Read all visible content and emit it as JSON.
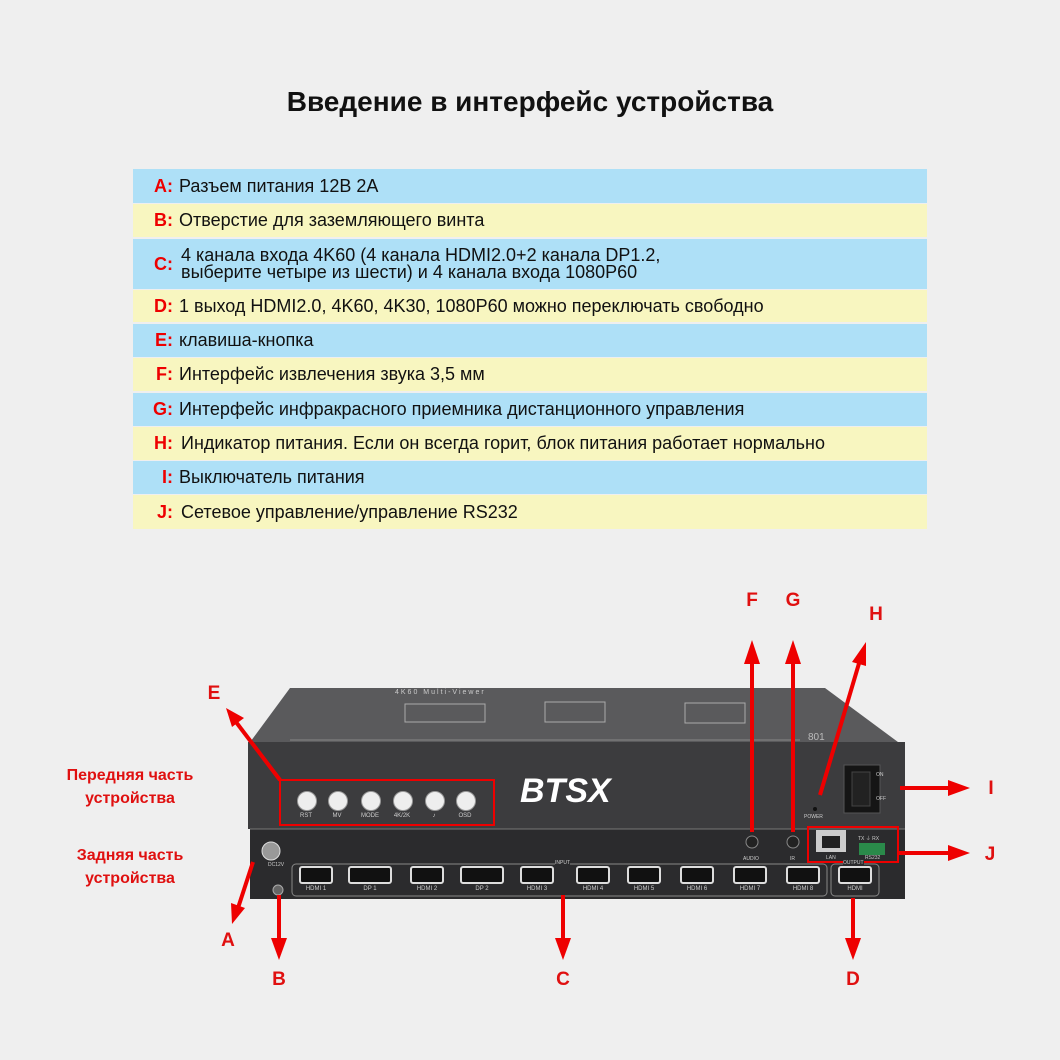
{
  "title": "Введение в интерфейс устройства",
  "rows": [
    {
      "key": "A:",
      "text": "Разъем питания 12В 2А"
    },
    {
      "key": "B:",
      "text": "Отверстие для заземляющего винта"
    },
    {
      "key": "C:",
      "text": "4 канала входа 4K60 (4 канала HDMI2.0+2 канала DP1.2,",
      "text2": "выберите четыре из шести) и 4 канала входа 1080P60"
    },
    {
      "key": "D:",
      "text": "1 выход HDMI2.0, 4K60, 4K30, 1080P60 можно переключать свободно"
    },
    {
      "key": "E:",
      "text": "клавиша-кнопка"
    },
    {
      "key": "F:",
      "text": "Интерфейс извлечения звука 3,5 мм"
    },
    {
      "key": "G:",
      "text": "Интерфейс инфракрасного приемника дистанционного управления"
    },
    {
      "key": "H:",
      "text": "Индикатор питания. Если он всегда горит, блок питания работает нормально"
    },
    {
      "key": "I:",
      "text": "Выключатель питания"
    },
    {
      "key": "J:",
      "text": "Сетевое управление/управление RS232"
    }
  ],
  "front_label": [
    "Передняя часть",
    "устройства"
  ],
  "rear_label": [
    "Задняя часть",
    "устройства"
  ],
  "callouts": {
    "A": "A",
    "B": "B",
    "C": "C",
    "D": "D",
    "E": "E",
    "F": "F",
    "G": "G",
    "H": "H",
    "I": "I",
    "J": "J"
  },
  "device": {
    "logo": "BTSX",
    "top_text": "4K60 Multi-Viewer",
    "model": "801",
    "buttons": [
      "RST",
      "MV",
      "MODE",
      "4K/2K",
      "♪",
      "OSD"
    ],
    "power_led": "POWER",
    "switch_on": "ON",
    "switch_off": "OFF",
    "dc": "DC12V",
    "audio": "AUDIO",
    "ir": "IR",
    "lan": "LAN",
    "rs232": "RS232",
    "txrx": "TX ⏚ RX",
    "input": "INPUT",
    "output": "OUTPUT",
    "inputs": [
      "HDMI 1",
      "DP 1",
      "HDMI 2",
      "DP 2",
      "HDMI 3",
      "HDMI 4",
      "HDMI 5",
      "HDMI 6",
      "HDMI 7",
      "HDMI 8"
    ],
    "out_port": "HDMI"
  }
}
